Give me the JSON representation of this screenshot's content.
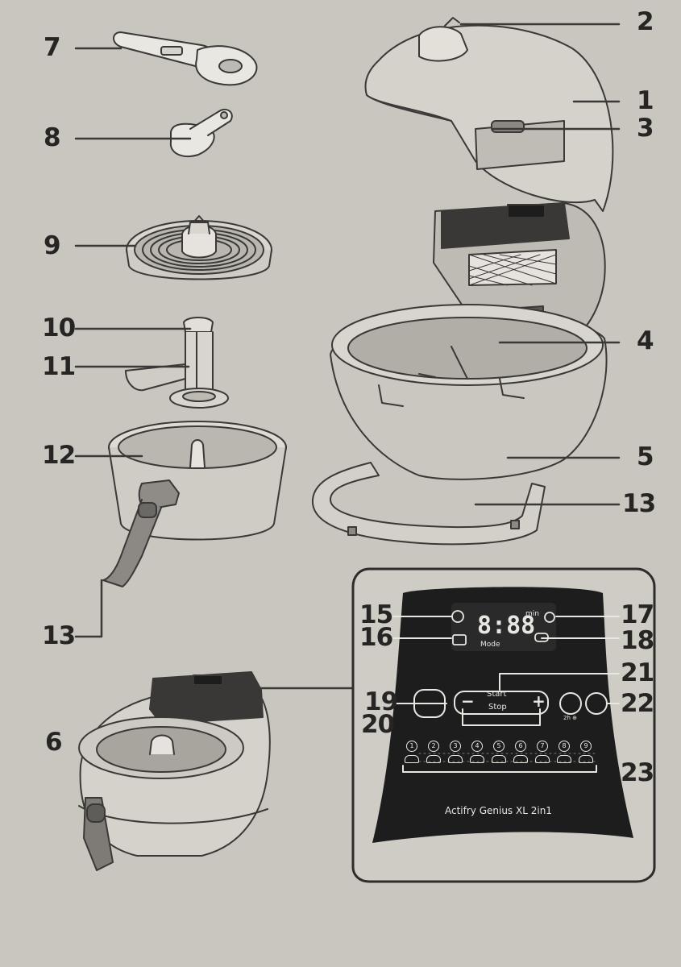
{
  "callouts": {
    "c1": "1",
    "c2": "2",
    "c3": "3",
    "c4": "4",
    "c5": "5",
    "c6": "6",
    "c7": "7",
    "c8": "8",
    "c9": "9",
    "c10": "10",
    "c11": "11",
    "c12": "12",
    "c13a": "13",
    "c13b": "13",
    "c15": "15",
    "c16": "16",
    "c17": "17",
    "c18": "18",
    "c19": "19",
    "c20": "20",
    "c21": "21",
    "c22": "22",
    "c23": "23"
  },
  "panel": {
    "display_digits": "8:88",
    "display_unit_min": "min",
    "display_mode": "Mode",
    "start_label": "Start",
    "stop_label": "Stop",
    "minus_label": "−",
    "plus_label": "+",
    "timer_sub_label": "2h ⊕",
    "program_numbers": [
      "1",
      "2",
      "3",
      "4",
      "5",
      "6",
      "7",
      "8",
      "9"
    ],
    "model_name": "Actifry Genius XL 2in1"
  },
  "colors": {
    "paper": "#c9c6bf",
    "ink": "#262524",
    "panel_dark": "#1d1d1d",
    "panel_text": "#e8e6e1"
  }
}
